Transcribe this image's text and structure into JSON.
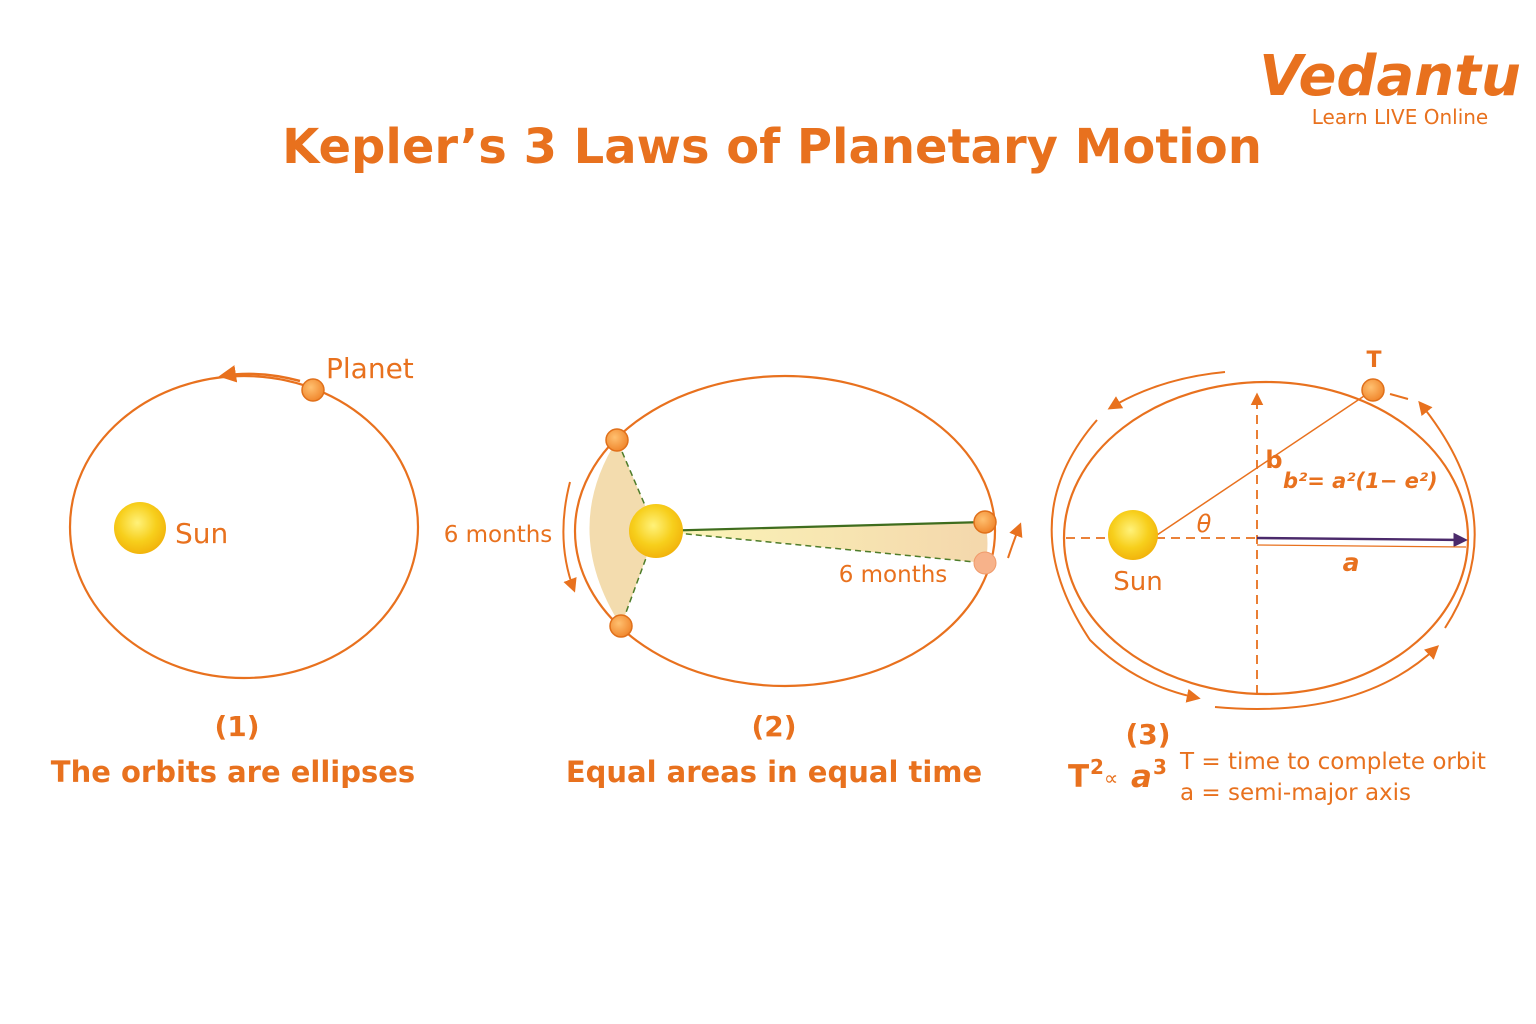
{
  "logo": {
    "brand": "Vedantu",
    "tagline": "Learn LIVE Online"
  },
  "title": "Kepler’s 3 Laws of Planetary Motion",
  "colors": {
    "accent": "#e8711e",
    "sun": "#f5c518",
    "planet": "#f7a13e",
    "sector": "#f3dcae",
    "arrow_purple": "#4b2a6b",
    "line_green": "#4f7d2a"
  },
  "law1": {
    "number": "(1)",
    "caption": "The orbits are ellipses",
    "planet_label": "Planet",
    "sun_label": "Sun"
  },
  "law2": {
    "number": "(2)",
    "caption": "Equal areas in equal time",
    "left_months": "6 months",
    "right_months": "6 months"
  },
  "law3": {
    "number": "(3)",
    "t_label": "T",
    "b_label": "b",
    "formula_b": "b²= a²(1− e²)",
    "theta": "θ",
    "a_label": "a",
    "sun_label": "Sun",
    "relation_T": "T",
    "relation_sup2": "2",
    "relation_prop": "∝",
    "relation_a": "a",
    "relation_sup3": "3",
    "legend_T": "T = time to complete orbit",
    "legend_a": "a = semi-major axis"
  }
}
